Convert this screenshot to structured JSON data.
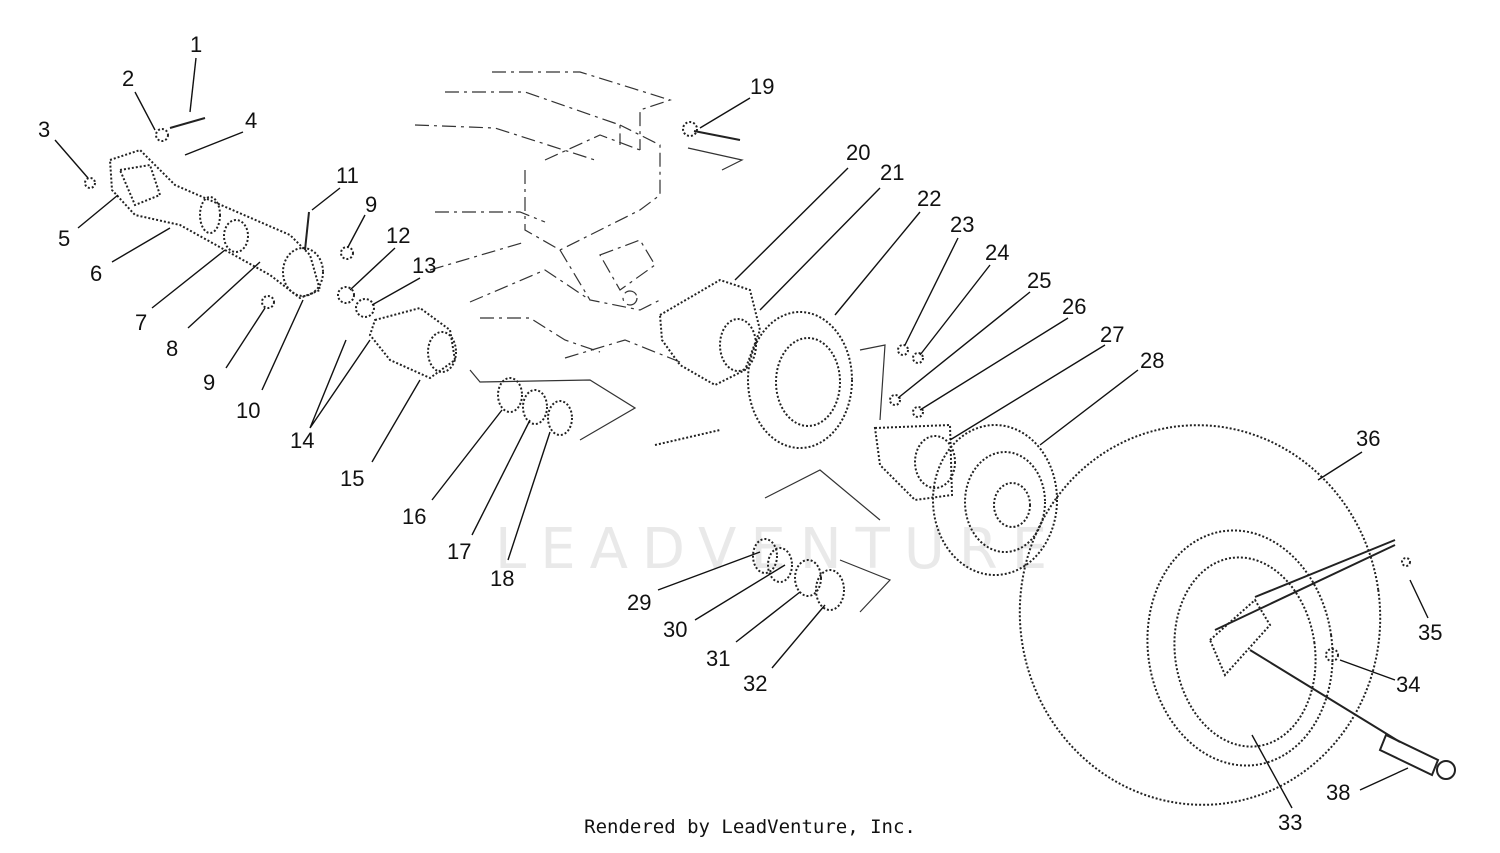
{
  "watermark": "LEADVENTURE",
  "footer": "Rendered by LeadVenture, Inc.",
  "callouts": [
    "1",
    "2",
    "3",
    "4",
    "5",
    "6",
    "7",
    "8",
    "9",
    "9",
    "10",
    "11",
    "12",
    "13",
    "14",
    "15",
    "16",
    "17",
    "18",
    "19",
    "20",
    "21",
    "22",
    "23",
    "24",
    "25",
    "26",
    "27",
    "28",
    "29",
    "30",
    "31",
    "32",
    "33",
    "34",
    "35",
    "36",
    "38"
  ]
}
